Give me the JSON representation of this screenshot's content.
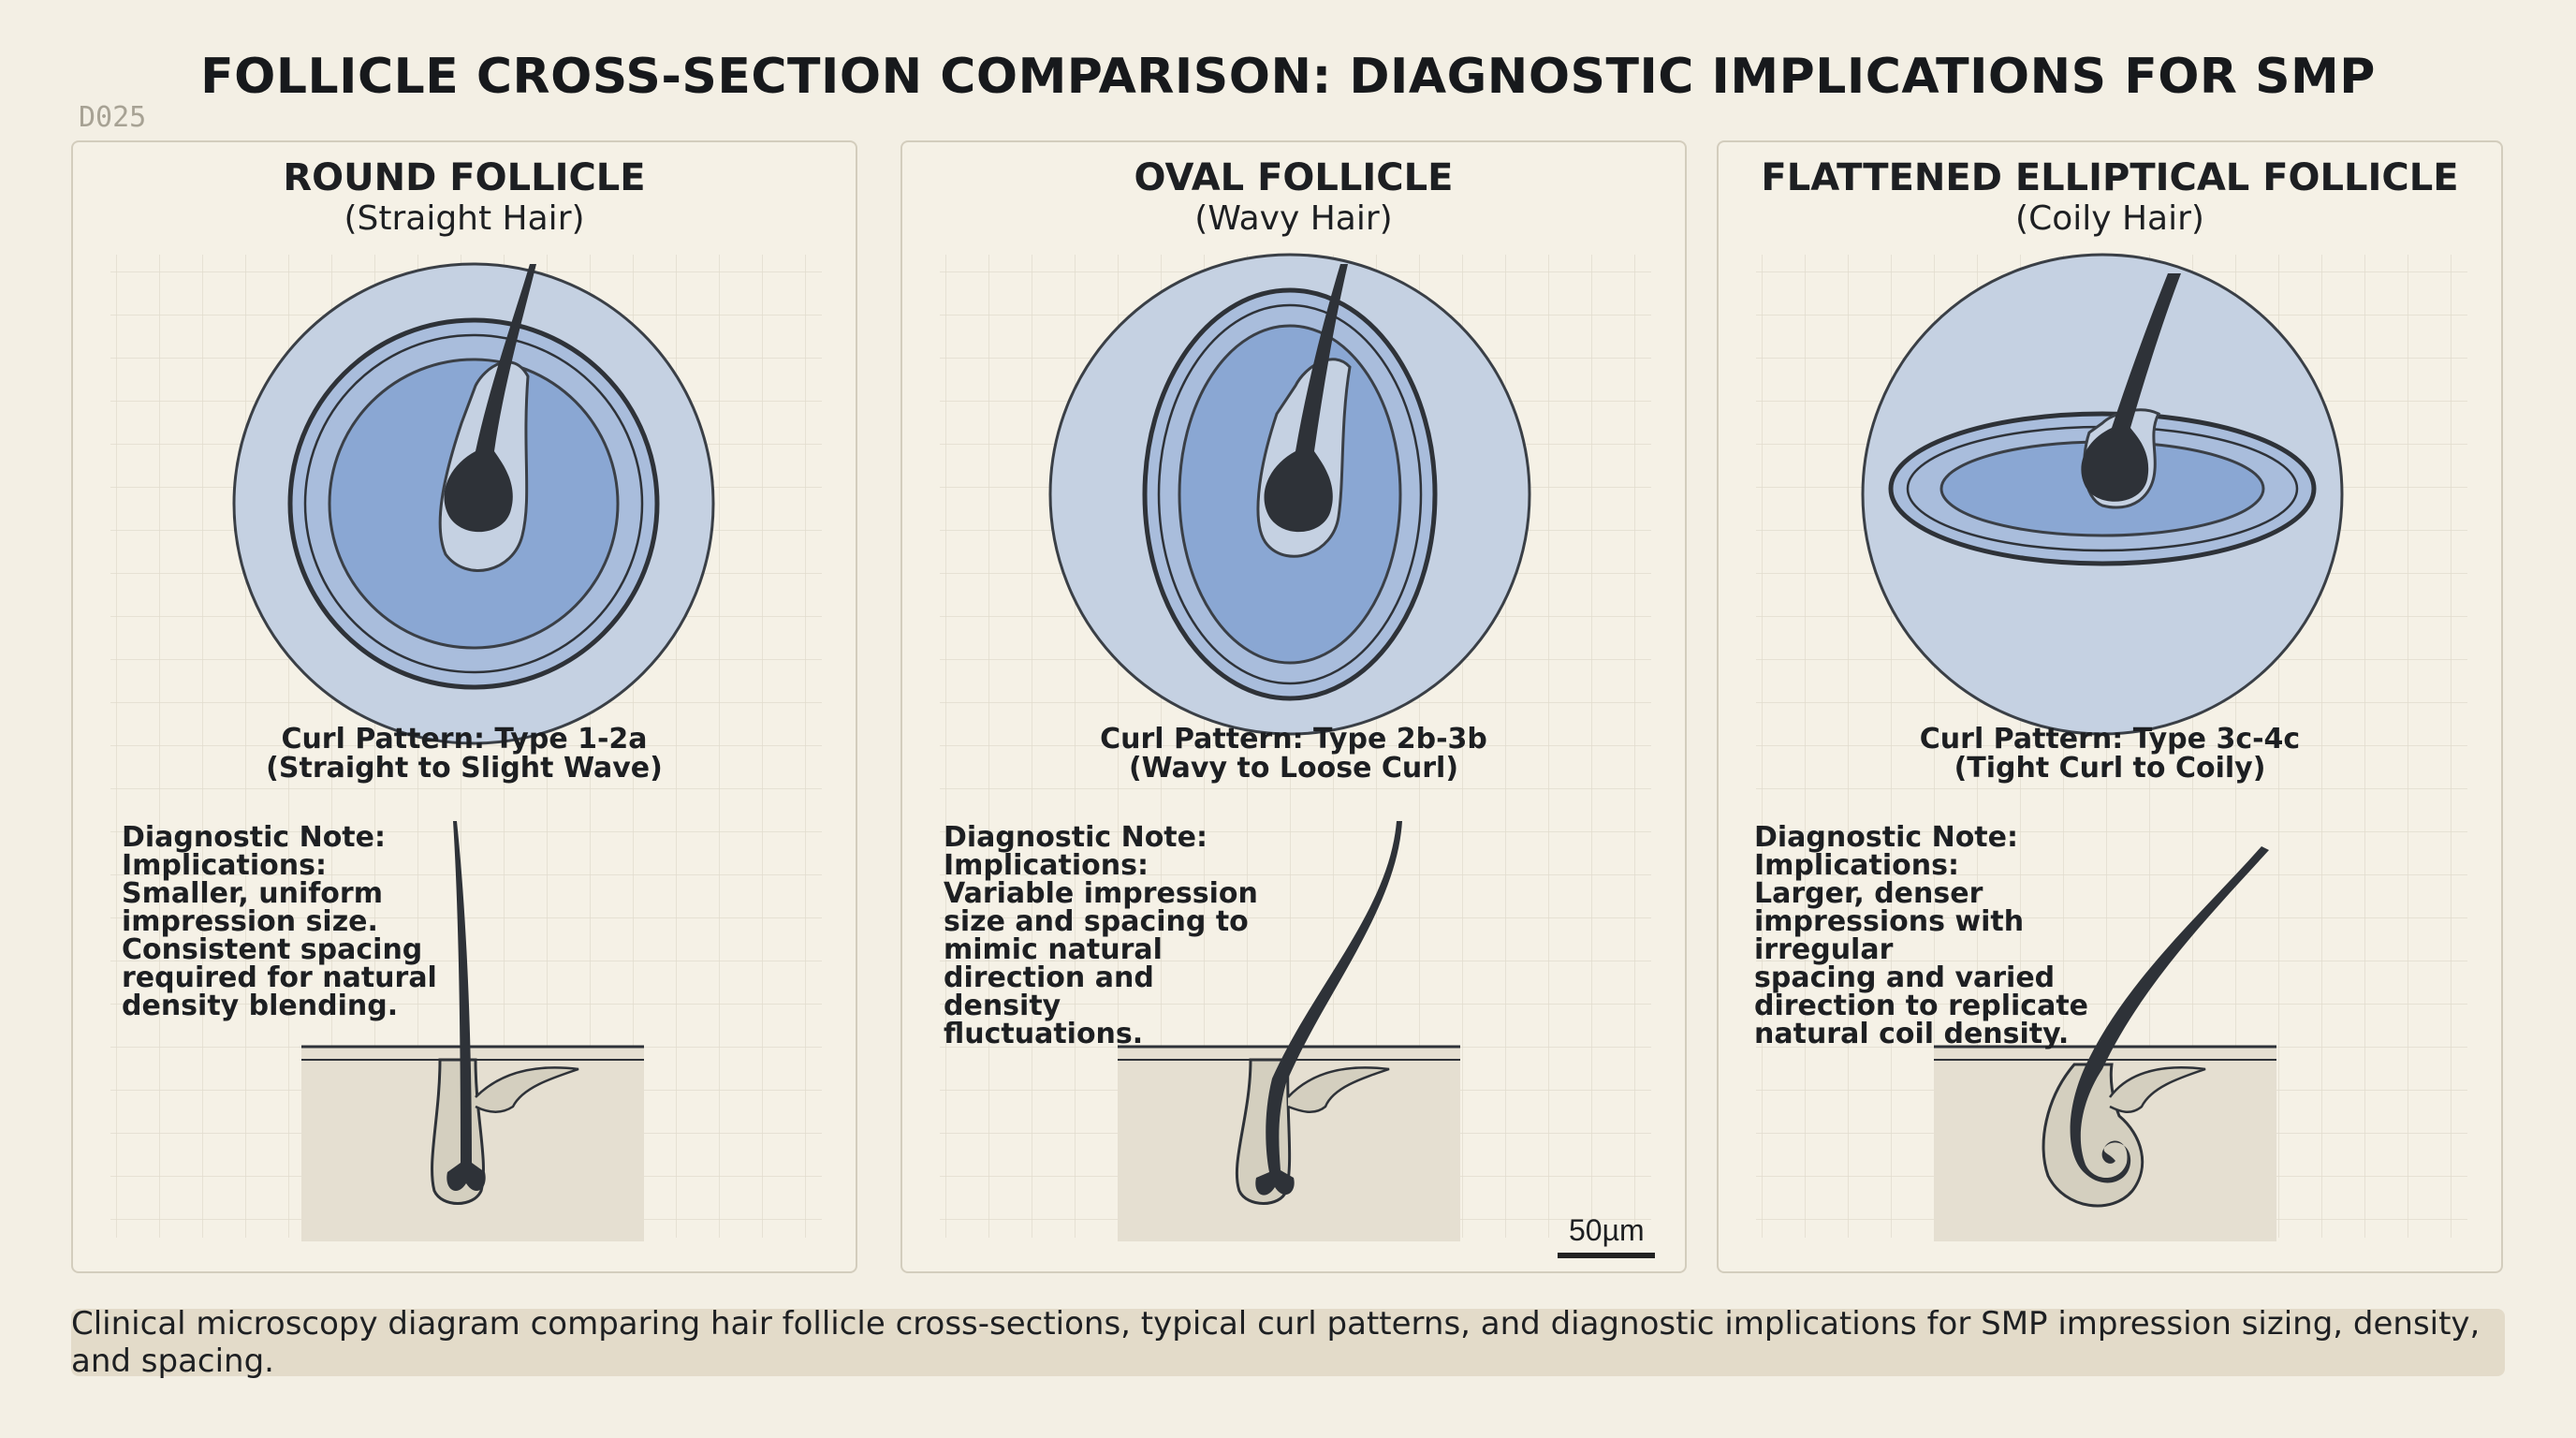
{
  "title": "FOLLICLE CROSS-SECTION COMPARISON: DIAGNOSTIC IMPLICATIONS FOR SMP",
  "code": "D025",
  "colors": {
    "background": "#f3efe4",
    "outer_sheath": "#c5d1e2",
    "inner_core": "#8aa7d3",
    "hair": "#2e3238",
    "skin": "#e5dfd1"
  },
  "panels": [
    {
      "title": "ROUND FOLLICLE",
      "subtitle": "(Straight Hair)",
      "curl_line1": "Curl Pattern: Type 1-2a",
      "curl_line2": "(Straight to Slight Wave)",
      "note_lines": [
        "Diagnostic Note:",
        "Implications:",
        "Smaller, uniform",
        "impression size.",
        "Consistent spacing",
        "required for natural",
        "density blending."
      ]
    },
    {
      "title": "OVAL FOLLICLE",
      "subtitle": "(Wavy Hair)",
      "curl_line1": "Curl Pattern: Type 2b-3b",
      "curl_line2": "(Wavy to Loose Curl)",
      "note_lines": [
        "Diagnostic Note:",
        "Implications:",
        "Variable impression",
        "size and spacing to",
        "mimic natural",
        "direction and density",
        "fluctuations."
      ]
    },
    {
      "title": "FLATTENED ELLIPTICAL FOLLICLE",
      "subtitle": "(Coily Hair)",
      "curl_line1": "Curl Pattern: Type 3c-4c",
      "curl_line2": "(Tight Curl to Coily)",
      "note_lines": [
        "Diagnostic Note:",
        "Implications:",
        "Larger, denser",
        "impressions with irregular",
        "spacing and varied",
        "direction to replicate",
        "natural coil density."
      ]
    }
  ],
  "scale_label": "50µm",
  "caption": "Clinical microscopy diagram comparing hair follicle cross-sections, typical curl patterns, and diagnostic implications for SMP impression sizing, density, and spacing."
}
